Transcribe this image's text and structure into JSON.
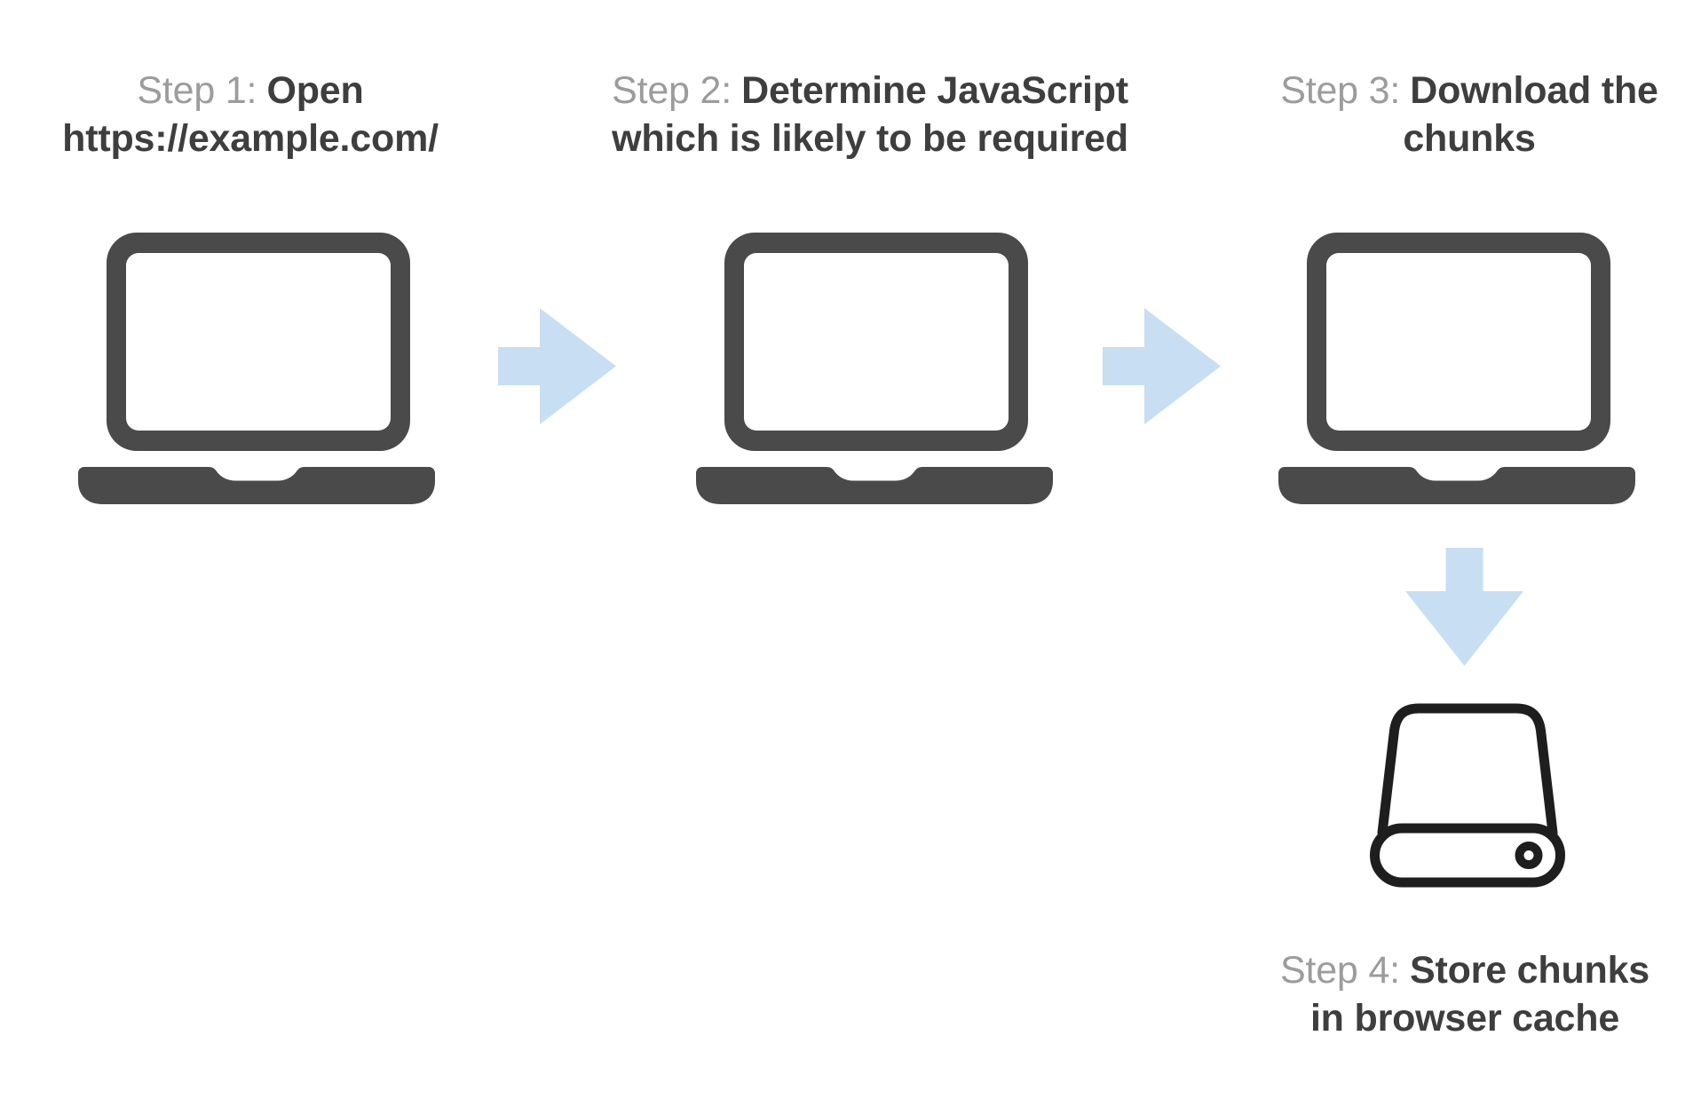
{
  "page": {
    "background": "#ffffff",
    "description": "Four-step flow diagram of JavaScript chunk prefetching and caching"
  },
  "colors": {
    "background": "#ffffff",
    "laptop": "#4a4a4a",
    "arrow": "#c8def2",
    "drive": "#1e1e1e",
    "label": "#9c9c9c",
    "title": "#3e3e3e"
  },
  "steps": [
    {
      "label": "Step 1:",
      "bold_line1": "Open",
      "bold_line2": "https://example.com/",
      "icon": "laptop-icon"
    },
    {
      "label": "Step 2:",
      "bold_line1": "Determine JavaScript",
      "bold_line2": "which is likely to be required",
      "icon": "laptop-icon"
    },
    {
      "label": "Step 3:",
      "bold_line1": "Download the",
      "bold_line2": "chunks",
      "icon": "laptop-icon"
    },
    {
      "label": "Step 4:",
      "bold_line1": "Store chunks",
      "bold_line2": "in browser cache",
      "icon": "hard-drive-icon"
    }
  ],
  "connectors": [
    {
      "type": "arrow-right",
      "from_step": 1,
      "to_step": 2
    },
    {
      "type": "arrow-right",
      "from_step": 2,
      "to_step": 3
    },
    {
      "type": "arrow-down",
      "from_step": 3,
      "to_step": 4
    }
  ]
}
